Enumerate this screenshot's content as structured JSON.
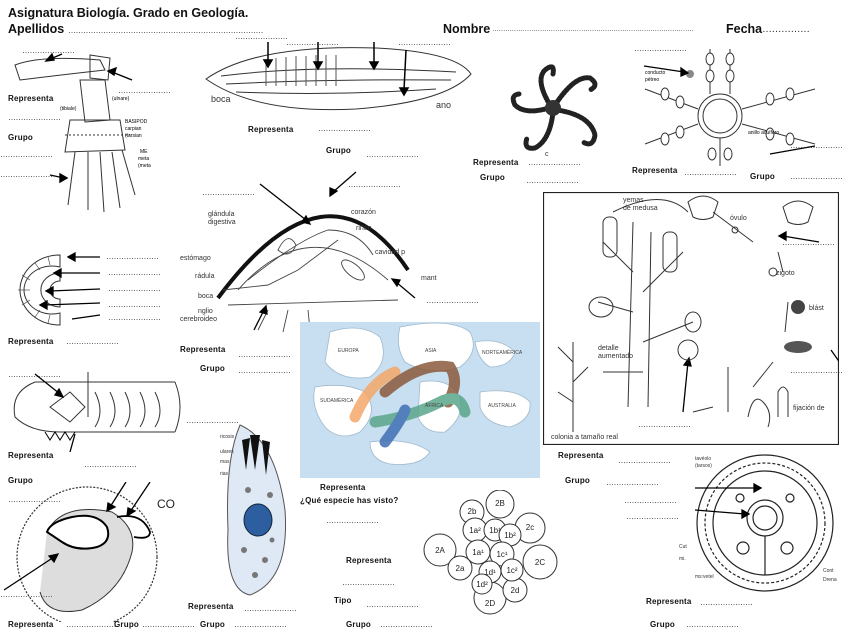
{
  "header": {
    "line1": "Asignatura Biología. Grado en Geología.",
    "line2": "Apellidos",
    "name_label": "Nombre",
    "date_label": "Fecha",
    "dots_long": "……………………………………………………………………",
    "dots_mid": "…………………………………………………………………………………",
    "dots_short": "……………"
  },
  "labels": {
    "represent": "Representa",
    "group": "Grupo",
    "type": "Tipo",
    "question": "¿Qué especie has visto?",
    "blank": "…………………"
  },
  "figure_labels": {
    "vertebrate_limb": [
      "(ulnare)",
      "(tibiale)",
      "BASIPOD",
      "carpian",
      "(tarsian",
      "ME",
      "meta",
      "(meta"
    ],
    "cephalochordate": [
      "boca",
      "ano"
    ],
    "mollusc": [
      "glándula",
      "digestiva",
      "corazón",
      "riñón",
      "cavidad p",
      "estómago",
      "rádula",
      "boca",
      "nglio",
      "cerebroideo",
      "mant"
    ],
    "echinoderm": [
      "conducto",
      "pétreo",
      "anillo acuífero"
    ],
    "hydrozoan": [
      "yemas",
      "de medusa",
      "óvulo",
      "zigoto",
      "blást",
      "detalle",
      "aumentado",
      "fijación de",
      "colonia a tamaño real"
    ],
    "map": [
      "ASIA",
      "EUROPA",
      "ÁFRICA",
      "SUDAMÉRICA",
      "AUSTRALIA",
      "NORTEAMÉRICA"
    ],
    "cleavage": [
      "2B",
      "2b",
      "1a²",
      "1b²",
      "2A",
      "1a¹",
      "1b¹",
      "2c",
      "2a",
      "1c¹",
      "2C",
      "1d²",
      "1d¹",
      "1c²",
      "2d",
      "2D"
    ],
    "ciliate": [
      "ricosis",
      "ulares",
      "mas",
      "rias"
    ],
    "cross_section": [
      "tavéolo",
      "(tarsos)",
      "Cut",
      "mi.",
      "ms:vetel",
      "Cont",
      "Drena"
    ],
    "nautilus": [
      "CO"
    ]
  },
  "colors": {
    "map_sea": "#c7dff0",
    "map_land": "#ffffff",
    "range_orange": "#f4a86a",
    "range_brown": "#8b5a3c",
    "range_green": "#5aa68a",
    "range_blue": "#3f6fb5",
    "cell_nucleus": "#2d5fa0",
    "cell_body": "#dfe8f5"
  }
}
